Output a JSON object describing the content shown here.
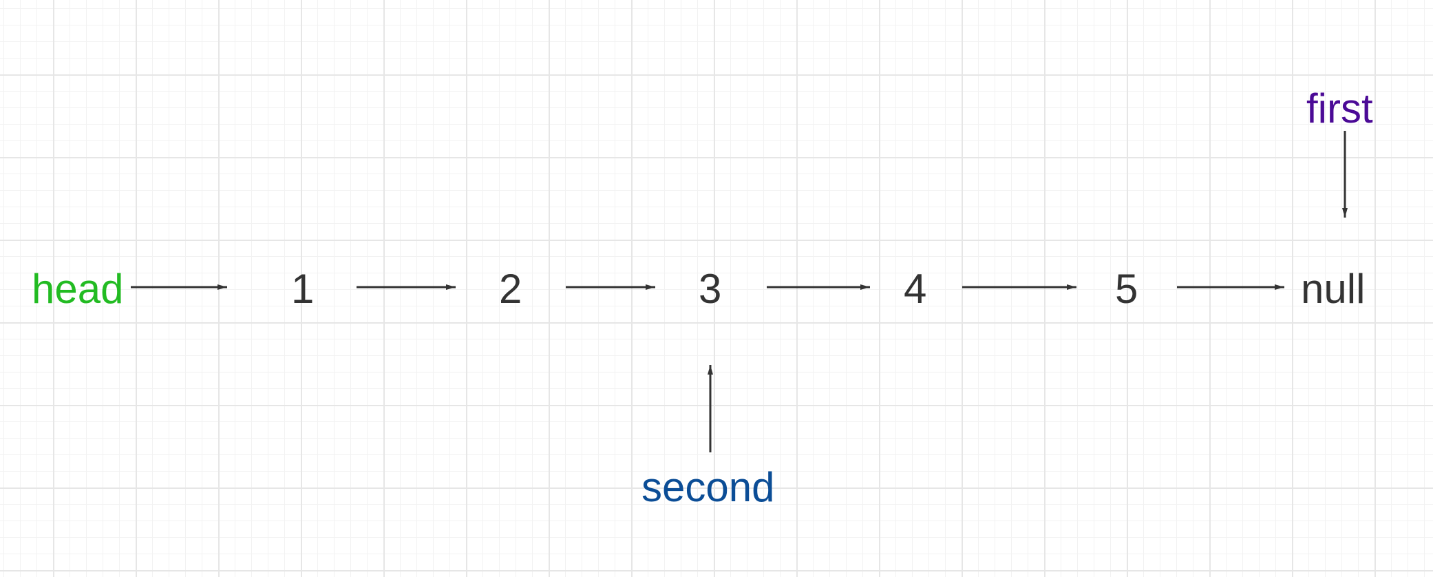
{
  "colors": {
    "head": "#22bb22",
    "second": "#0b4d96",
    "first": "#4b0a96",
    "node_text": "#333333",
    "arrow": "#333333"
  },
  "pointers": {
    "head": "head",
    "second": "second",
    "first": "first"
  },
  "nodes": [
    "1",
    "2",
    "3",
    "4",
    "5",
    "null"
  ]
}
